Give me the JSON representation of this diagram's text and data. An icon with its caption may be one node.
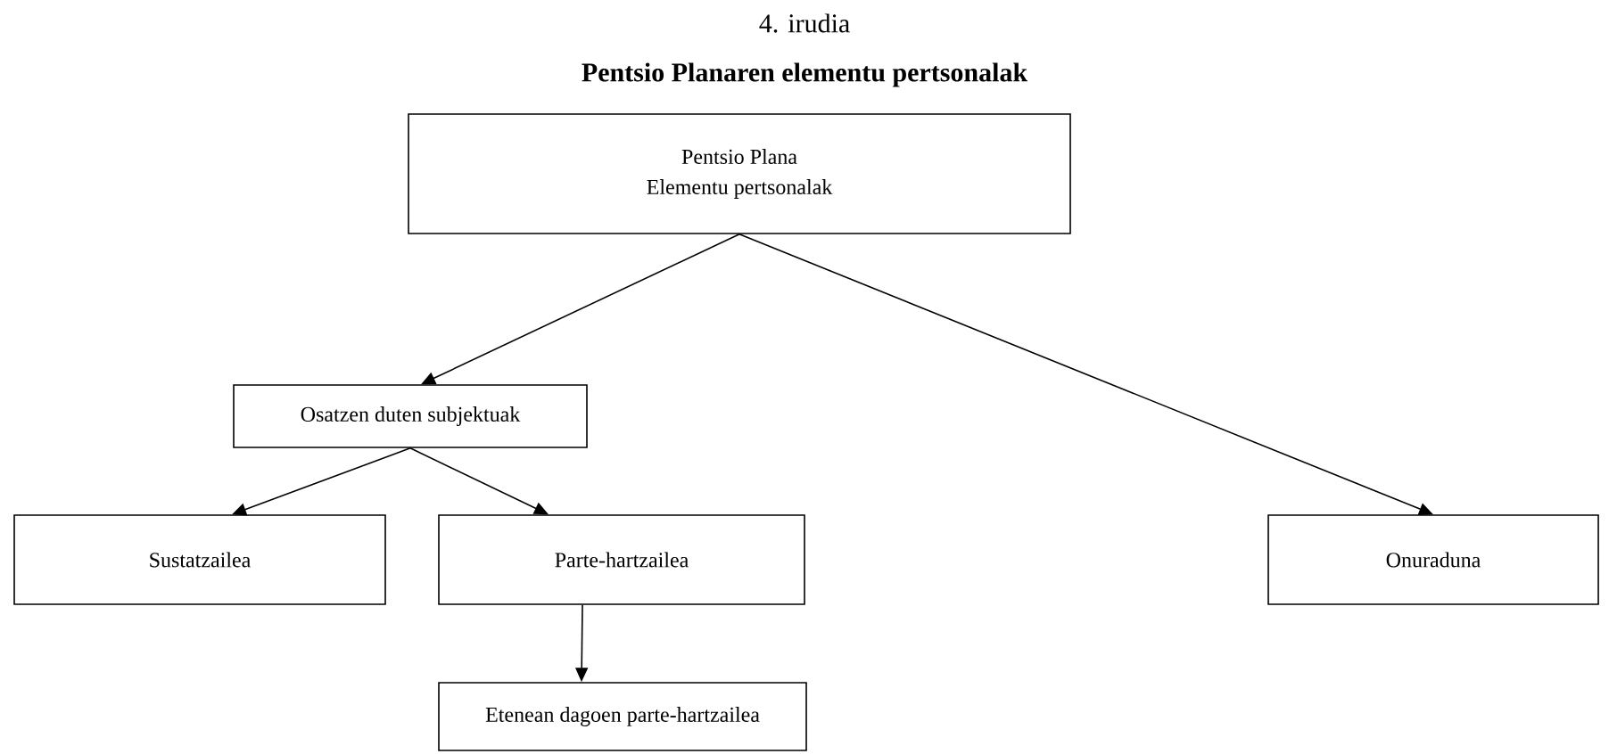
{
  "diagram": {
    "title": "Pentsio Planaren elementu pertsonalak",
    "nodes": [
      {
        "text": [
          "Pentsio Plana",
          "Elementu pertsonalak"
        ]
      },
      {
        "text": [
          "Osatzen duten subjektuak"
        ]
      },
      {
        "text": [
          "Sustatzailea"
        ]
      },
      {
        "text": [
          "Parte-hartzailea"
        ]
      },
      {
        "text": [
          "Onuraduna"
        ]
      },
      {
        "text": [
          "Etenean dagoen parte-hartzailea"
        ]
      }
    ],
    "edges": [
      {
        "from": 0,
        "to": 1,
        "arrow": "to"
      },
      {
        "from": 0,
        "to": 4,
        "arrow": "to"
      },
      {
        "from": 1,
        "to": 2,
        "arrow": "to"
      },
      {
        "from": 1,
        "to": 3,
        "arrow": "to"
      },
      {
        "from": 3,
        "to": 5,
        "arrow": "to"
      }
    ],
    "labels": [
      "4. irudia"
    ]
  }
}
